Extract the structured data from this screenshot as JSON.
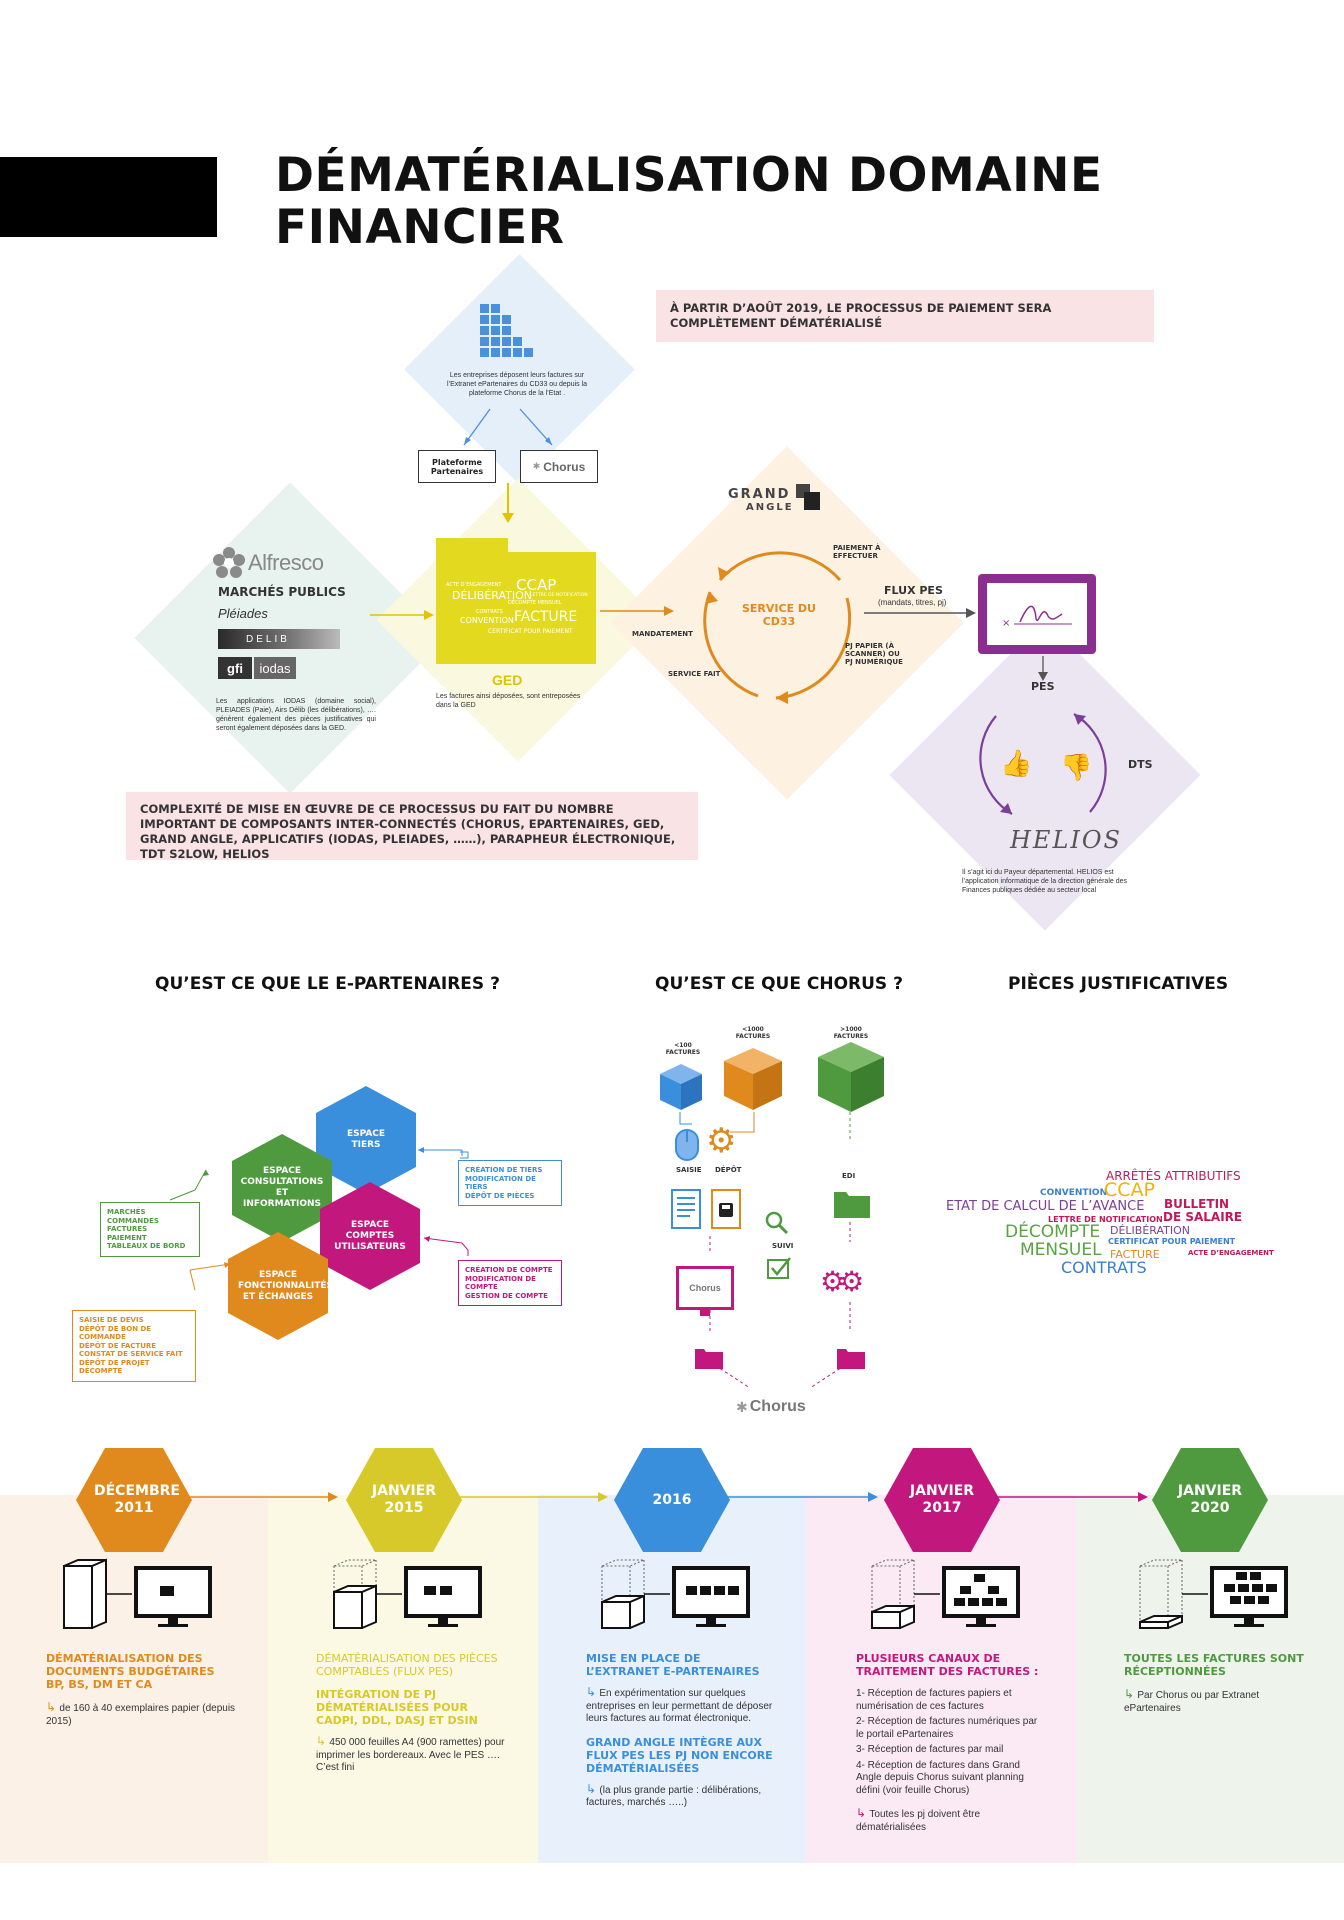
{
  "title": {
    "line1": "DÉMATÉRIALISATION DOMAINE",
    "line2": "FINANCIER"
  },
  "notes": {
    "aout": "À PARTIR D’AOÛT  2019, LE PROCESSUS DE PAIEMENT SERA COMPLÈTEMENT DÉMATÉRIALISÉ",
    "complexite": "COMPLEXITÉ DE MISE EN ŒUVRE DE CE PROCESSUS DU FAIT DU NOMBRE IMPORTANT DE COMPOSANTS INTER-CONNECTÉS (CHORUS, EPARTENAIRES, GED, GRAND ANGLE, APPLICATIFS (IODAS, PLEIADES, ……), PARAPHEUR ÉLECTRONIQUE, TDT S2LOW, HELIOS"
  },
  "flow": {
    "entreprises_text": "Les entreprises déposent leurs factures sur l’Extranet ePartenaires du CD33 ou depuis la plateforme Chorus de la l’Etat .",
    "plateforme_label": "Plateforme Partenaires",
    "chorus_label": "Chorus",
    "alfresco": "Alfresco",
    "marches": "MARCHÉS PUBLICS",
    "pleiades": "Pléiades",
    "delib": "DELIB",
    "gfi": "gfi",
    "iodas": "iodas",
    "apps_text": "Les applications IODAS (domaine social), PLEIADES (Paie), Airs Délib (les délibérations), …. génèrent également des pièces justificatives qui seront également déposées dans la GED.",
    "ged_label": "GED",
    "ged_text": "Les factures ainsi déposées, sont entreposées dans la GED",
    "folder_words": [
      "ACTE D’ENGAGEMENT",
      "CCAP",
      "DÉLIBÉRATION",
      "LETTRE DE NOTIFICATION",
      "DÉCOMPTE MENSUEL",
      "CONTRATS",
      "CONVENTION",
      "FACTURE",
      "CERTIFICAT POUR PAIEMENT"
    ],
    "grand_angle": "GRAND",
    "grand_angle2": "ANGLE",
    "service": "SERVICE DU CD33",
    "paiement": "PAIEMENT À EFFECTUER",
    "mandatement": "MANDATEMENT",
    "service_fait": "SERVICE FAIT",
    "pj_papier": "PJ PAPIER (À SCANNER) OU PJ NUMÉRIQUE",
    "flux_pes": "FLUX PES",
    "flux_pes_sub": "(mandats, titres, pj)",
    "pes": "PES",
    "dts": "DTS",
    "helios": "HELIOS",
    "helios_text": "Il s’agit ici du Payeur départemental. HELIOS est l’application informatique de la direction générale des Finances publiques dédiée au secteur local"
  },
  "sections": {
    "epart_title": "QU’EST CE QUE LE E-PARTENAIRES ?",
    "chorus_title": "QU’EST CE QUE CHORUS ?",
    "pieces_title": "PIÈCES JUSTIFICATIVES"
  },
  "epart": {
    "hex_tiers": "ESPACE TIERS",
    "hex_consult": "ESPACE CONSULTATIONS ET INFORMATIONS",
    "hex_comptes": "ESPACE COMPTES UTILISATEURS",
    "hex_fonct": "ESPACE FONCTIONNALITÉS ET ÉCHANGES",
    "box_tiers": [
      "CRÉATION DE TIERS",
      "MODIFICATION DE TIERS",
      "DÉPÔT DE PIÈCES"
    ],
    "box_consult": [
      "MARCHÉS",
      "COMMANDES",
      "FACTURES",
      "PAIEMENT",
      "TABLEAUX DE BORD"
    ],
    "box_comptes": [
      "CRÉATION DE COMPTE",
      "MODIFICATION DE COMPTE",
      "GESTION DE COMPTE"
    ],
    "box_fonct": [
      "SAISIE DE DEVIS",
      "DÉPÔT DE BON DE COMMANDE",
      "DÉPÔT DE FACTURE",
      "CONSTAT DE SERVICE FAIT",
      "DÉPÔT DE PROJET DÉCOMPTE"
    ]
  },
  "chorus": {
    "lt100": "<100 FACTURES",
    "lt1000": "<1000 FACTURES",
    "gt1000": ">1000 FACTURES",
    "saisie": "SAISIE",
    "depot": "DÉPÔT",
    "suivi": "SUIVI",
    "edi": "EDI",
    "chorus_mini": "Chorus",
    "chorus_logo": "Chorus"
  },
  "pieces": {
    "words": [
      {
        "t": "ARRÊTÉS ATTRIBUTIFS",
        "c": "#c2185b"
      },
      {
        "t": "CONVENTION",
        "c": "#3a7ed1"
      },
      {
        "t": "CCAP",
        "c": "#f0b400"
      },
      {
        "t": "ETAT DE CALCUL DE L’AVANCE",
        "c": "#7b3f98"
      },
      {
        "t": "BULLETIN",
        "c": "#c2185b"
      },
      {
        "t": "LETTRE DE NOTIFICATION",
        "c": "#c2185b"
      },
      {
        "t": "DE SALAIRE",
        "c": "#c2185b"
      },
      {
        "t": "DÉCOMPTE",
        "c": "#5aa343"
      },
      {
        "t": "DÉLIBÉRATION",
        "c": "#7b3f98"
      },
      {
        "t": "MENSUEL",
        "c": "#5aa343"
      },
      {
        "t": "CERTIFICAT POUR PAIEMENT",
        "c": "#3a7ed1"
      },
      {
        "t": "FACTURE",
        "c": "#e08a1e"
      },
      {
        "t": "ACTE D’ENGAGEMENT",
        "c": "#c2185b"
      },
      {
        "t": "CONTRATS",
        "c": "#3a7ed1"
      }
    ]
  },
  "timeline": [
    {
      "date": "DÉCEMBRE 2011",
      "color": "#e08a1e",
      "bg": "#fcf1e6",
      "h": "DÉMATÉRIALISATION DES DOCUMENTS BUDGÉTAIRES BP, BS, DM ET CA",
      "b": "de 160 à 40 exemplaires papier (depuis 2015)"
    },
    {
      "date": "JANVIER 2015",
      "color": "#d8c92a",
      "bg": "#fbf8e4",
      "h": "DÉMATÉRIALISATION DES PIÈCES COMPTABLES (FLUX PES)",
      "h2": "INTÉGRATION DE PJ DÉMATÉRIALISÉES POUR CADPI, DDL, DASJ ET DSIN",
      "b": "450 000 feuilles A4 (900 ramettes) pour imprimer les bordereaux. Avec le PES …. C’est fini"
    },
    {
      "date": "2016",
      "color": "#3a8fdc",
      "bg": "#e8f1fb",
      "h": "MISE EN PLACE DE L’EXTRANET E-PARTENAIRES",
      "b": "En expérimentation sur quelques entreprises en leur permettant de déposer leurs factures au format électronique.",
      "h2": "GRAND ANGLE INTÈGRE AUX FLUX PES LES PJ NON ENCORE DÉMATÉRIALISÉES",
      "b2": "(la plus grande partie : délibérations, factures, marchés …..)"
    },
    {
      "date": "JANVIER 2017",
      "color": "#c2187e",
      "bg": "#fbeaf3",
      "h": "PLUSIEURS CANAUX DE TRAITEMENT DES FACTURES :",
      "items": [
        "1- Réception de factures papiers et numérisation de ces factures",
        "2- Réception de factures numériques par le portail ePartenaires",
        "3- Réception de factures par mail",
        "4- Réception de factures dans Grand Angle depuis Chorus suivant planning défini (voir feuille Chorus)"
      ],
      "b": "Toutes les pj doivent être dématérialisées"
    },
    {
      "date": "JANVIER 2020",
      "color": "#4f9a3f",
      "bg": "#eef4ec",
      "h": "TOUTES LES FACTURES SONT RÉCEPTIONNÉES",
      "b": "Par Chorus ou par Extranet ePartenaires"
    }
  ]
}
